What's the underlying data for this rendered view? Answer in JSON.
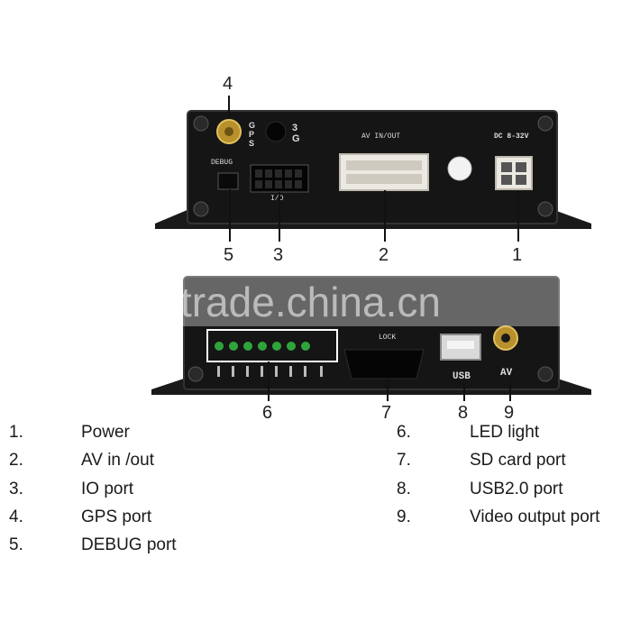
{
  "colors": {
    "device": "#161616",
    "panel_edge": "#2c2c2c",
    "connector": "#e9e6df",
    "gold": "#c8a23a",
    "led": "#2fa43a",
    "highlight_box": "#ffffff"
  },
  "front_panel": {
    "silk": {
      "gps_letters": "G\nP\nS",
      "threeg_letters": "3\nG",
      "debug": "DEBUG",
      "io": "I/O",
      "av_in_out": "AV IN/OUT",
      "dc": "DC 8-32V"
    }
  },
  "rear_panel": {
    "silk": {
      "lock": "LOCK",
      "usb": "USB",
      "av": "AV"
    },
    "led_count": 7
  },
  "callouts": {
    "c1": "1",
    "c2": "2",
    "c3": "3",
    "c4": "4",
    "c5": "5",
    "c6": "6",
    "c7": "7",
    "c8": "8",
    "c9": "9"
  },
  "watermark": "trade.china.cn",
  "legend": {
    "left": [
      {
        "num": "1.",
        "label": "Power"
      },
      {
        "num": "2.",
        "label": "AV in /out"
      },
      {
        "num": "3.",
        "label": "IO port"
      },
      {
        "num": "4.",
        "label": "GPS port"
      },
      {
        "num": "5.",
        "label": "DEBUG port"
      }
    ],
    "right": [
      {
        "num": "6.",
        "label": "LED light"
      },
      {
        "num": "7.",
        "label": "SD card port"
      },
      {
        "num": "8.",
        "label": "USB2.0 port"
      },
      {
        "num": "9.",
        "label": "Video output port"
      }
    ]
  }
}
